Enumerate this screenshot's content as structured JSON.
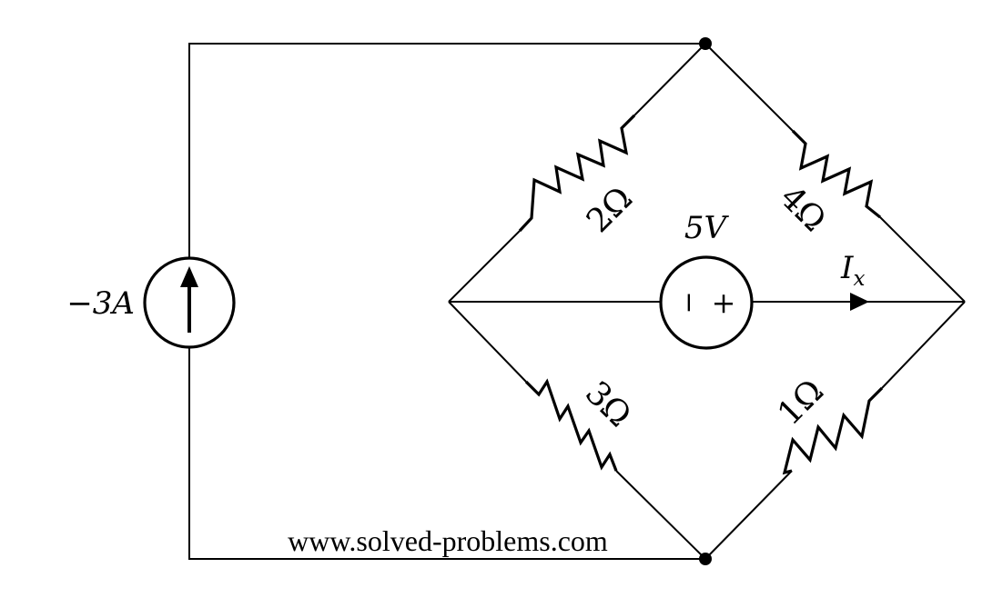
{
  "current_source": {
    "label": "−3A"
  },
  "voltage_source": {
    "label": "5V",
    "minus_sign": "−",
    "plus_sign": "+"
  },
  "current_arrow": {
    "symbol": "I",
    "subscript": "x"
  },
  "resistors": {
    "top_left": "2Ω",
    "top_right": "4Ω",
    "bottom_left": "3Ω",
    "bottom_right": "1Ω"
  },
  "watermark": "www.solved-problems.com"
}
